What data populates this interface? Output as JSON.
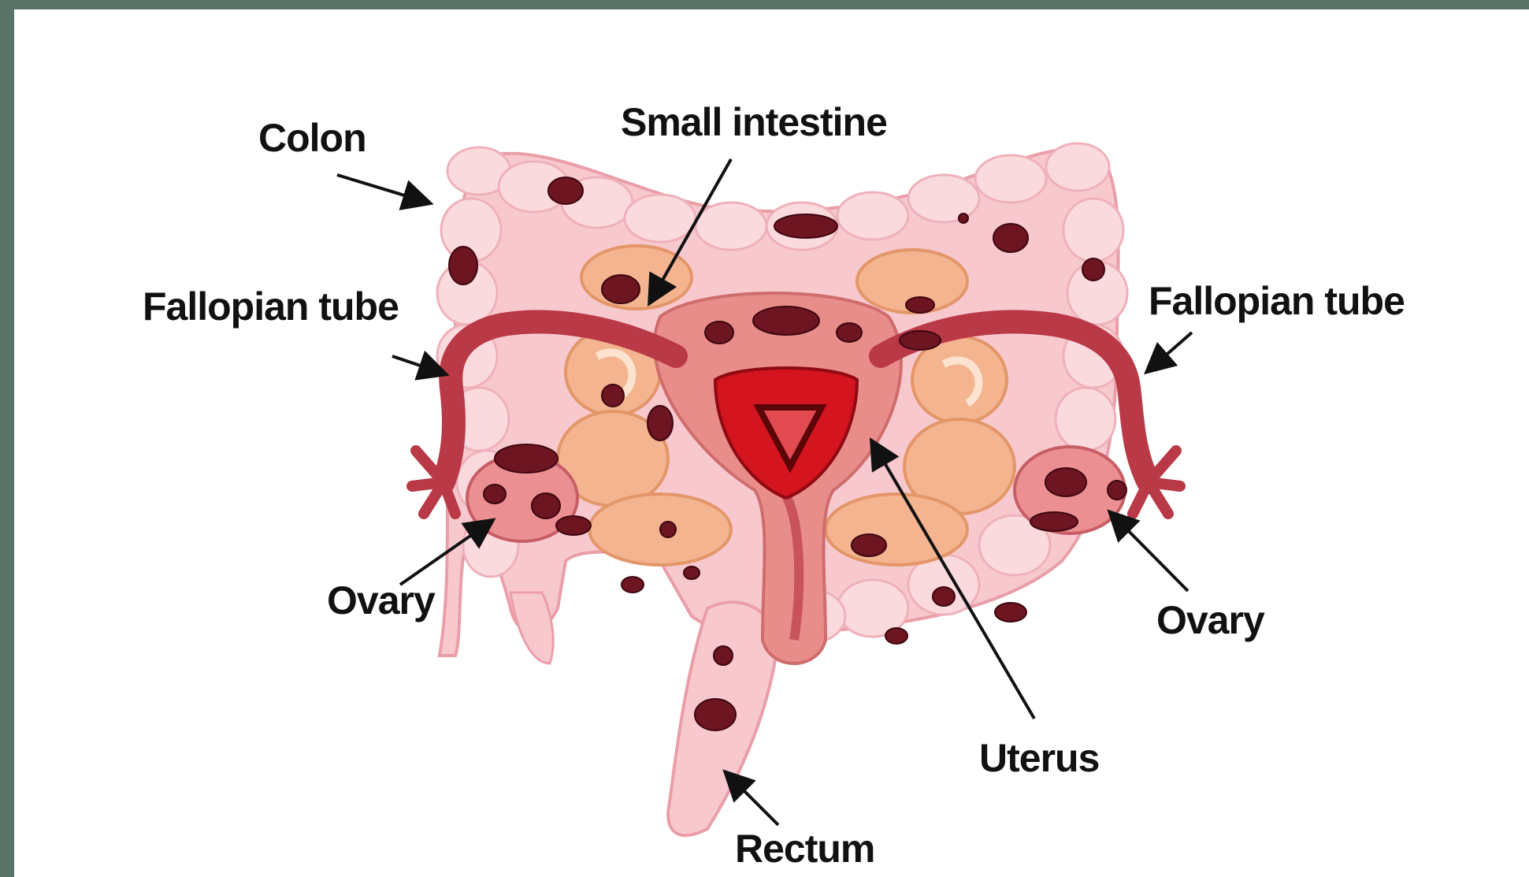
{
  "labels": {
    "colon": "Colon",
    "small_intestine": "Small intestine",
    "fallopian_tube_left": "Fallopian tube",
    "fallopian_tube_right": "Fallopian tube",
    "ovary_left": "Ovary",
    "ovary_right": "Ovary",
    "uterus": "Uterus",
    "rectum": "Rectum"
  },
  "colors": {
    "frame": "#5a7368",
    "colon": "#f7c9cf",
    "small_intestine": "#f3b48f",
    "uterus": "#e98d8a",
    "tube": "#b93947",
    "lesion": "#6e1522",
    "cavity": "#d4141e"
  }
}
